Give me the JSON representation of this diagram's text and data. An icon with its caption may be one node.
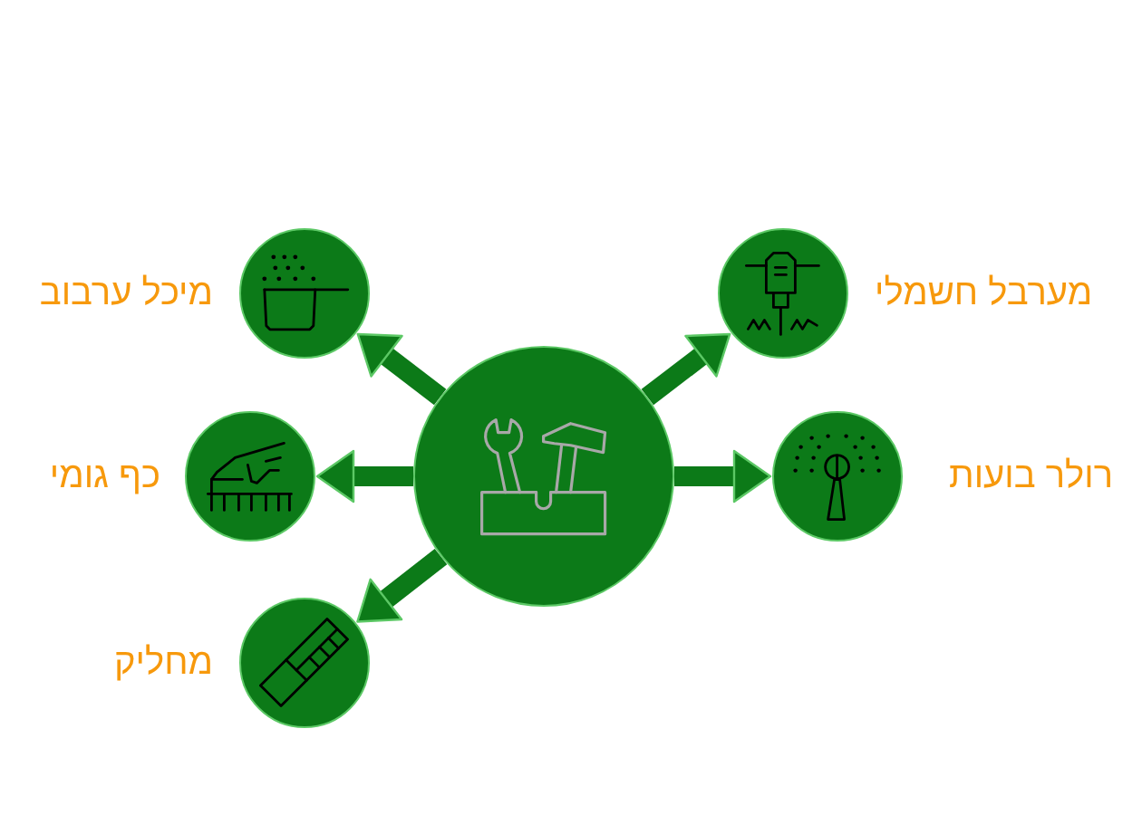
{
  "diagram": {
    "nodes": [
      {
        "text": [],
        "shape": "circle"
      },
      {
        "text": [],
        "shape": "circle",
        "beside": [
          "מיכל ערבוב"
        ]
      },
      {
        "text": [],
        "shape": "circle",
        "beside": [
          "מערבל חשמלי"
        ]
      },
      {
        "text": [],
        "shape": "circle",
        "beside": [
          "כף גומי"
        ]
      },
      {
        "text": [],
        "shape": "circle",
        "beside": [
          "רולר בועות"
        ]
      },
      {
        "text": [],
        "shape": "circle",
        "beside": [
          "מחליק"
        ]
      }
    ],
    "edges": [
      {
        "from": 0,
        "to": 1,
        "arrow": "to"
      },
      {
        "from": 0,
        "to": 2,
        "arrow": "to"
      },
      {
        "from": 0,
        "to": 3,
        "arrow": "to"
      },
      {
        "from": 0,
        "to": 4,
        "arrow": "to"
      },
      {
        "from": 0,
        "to": 5,
        "arrow": "to"
      }
    ]
  }
}
